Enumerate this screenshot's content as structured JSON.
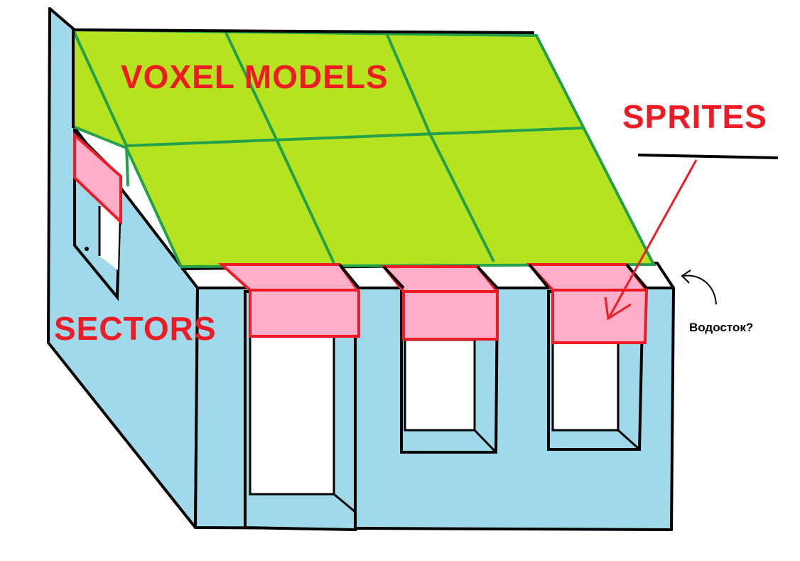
{
  "labels": {
    "voxel_models": "VOXEL MODELS",
    "sprites": "SPRITES",
    "sectors": "SECTORS",
    "gutter_question": "Водосток?"
  },
  "colors": {
    "wall": "#9fd9ea",
    "roof": "#b5e31f",
    "roof_grid": "#22a04a",
    "sprite_fill": "#ffaec9",
    "sprite_edge": "#ed1c24",
    "outline": "#000000",
    "label_red": "#ed1c24",
    "window": "#ffffff"
  },
  "icons": {
    "pointer_arrow": "red-arrow-icon",
    "curved_arrow": "curved-arrow-icon"
  }
}
